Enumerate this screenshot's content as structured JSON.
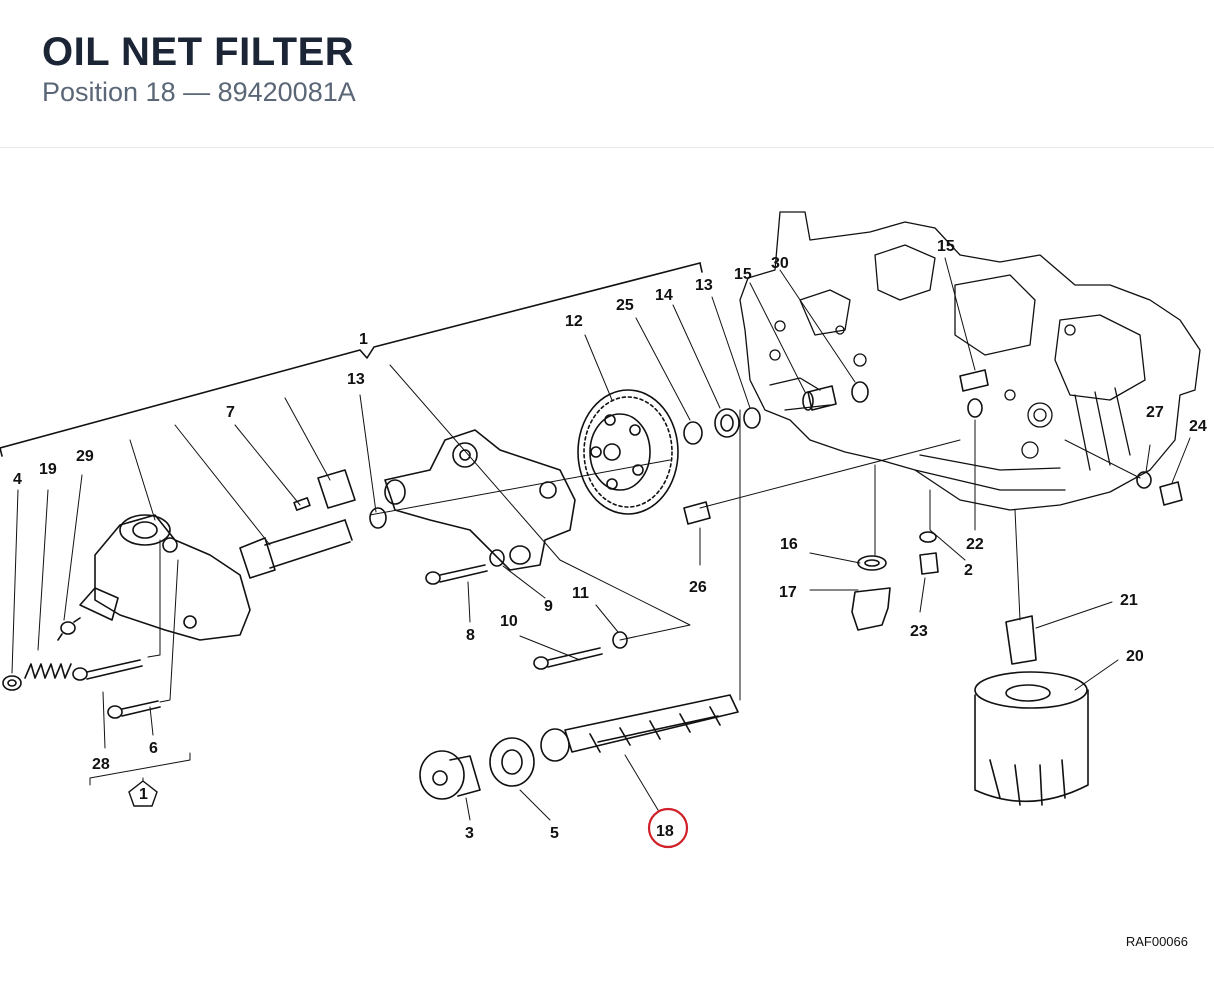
{
  "header": {
    "title": "OIL NET FILTER",
    "subtitle": "Position 18 — 89420081A"
  },
  "highlight": {
    "label": "18",
    "color": "#d0202a"
  },
  "callouts": {
    "c1": "1",
    "c2": "2",
    "c3": "3",
    "c4": "4",
    "c5": "5",
    "c6": "6",
    "c7": "7",
    "c8": "8",
    "c9": "9",
    "c10": "10",
    "c11": "11",
    "c12": "12",
    "c13a": "13",
    "c13b": "13",
    "c14": "14",
    "c15a": "15",
    "c15b": "15",
    "c16": "16",
    "c17": "17",
    "c19": "19",
    "c20": "20",
    "c21": "21",
    "c22": "22",
    "c23": "23",
    "c24": "24",
    "c25": "25",
    "c26": "26",
    "c27": "27",
    "c28": "28",
    "c29": "29",
    "c30": "30",
    "pent": "1"
  },
  "reference_code": "RAF00066"
}
